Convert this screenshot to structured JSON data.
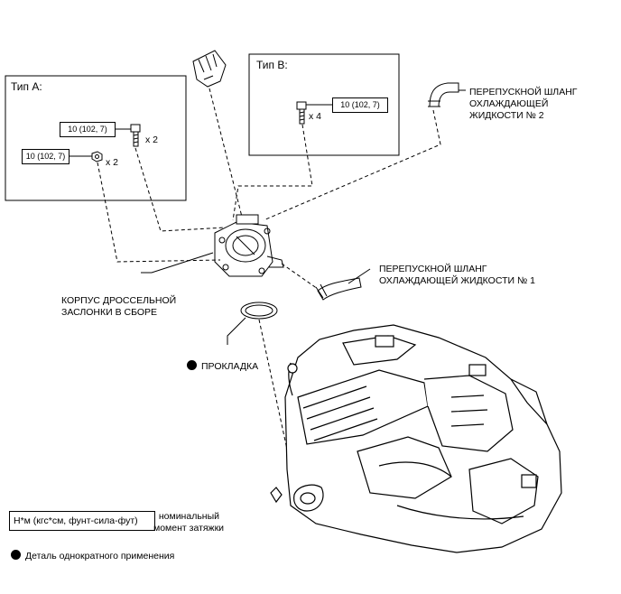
{
  "type_a": {
    "title": "Тип A:",
    "bolt_torque": "10 (102, 7)",
    "bolt_qty": "x 2",
    "nut_torque": "10 (102, 7)",
    "nut_qty": "x 2"
  },
  "type_b": {
    "title": "Тип B:",
    "bolt_torque": "10 (102, 7)",
    "bolt_qty": "x 4"
  },
  "labels": {
    "hose2": "ПЕРЕПУСКНОЙ ШЛАНГ\nОХЛАЖДАЮЩЕЙ\nЖИДКОСТИ № 2",
    "hose1": "ПЕРЕПУСКНОЙ ШЛАНГ\nОХЛАЖДАЮЩЕЙ ЖИДКОСТИ № 1",
    "throttle_body": "КОРПУС ДРОССЕЛЬНОЙ\nЗАСЛОНКИ В СБОРЕ",
    "gasket": "ПРОКЛАДКА"
  },
  "legend": {
    "torque_units": "Н*м (кгс*см, фунт-сила-фут)",
    "torque_desc": ": номинальный\nмомент затяжки",
    "non_reusable": "Деталь однократного применения"
  },
  "colors": {
    "line": "#000000",
    "fill": "#ffffff"
  }
}
